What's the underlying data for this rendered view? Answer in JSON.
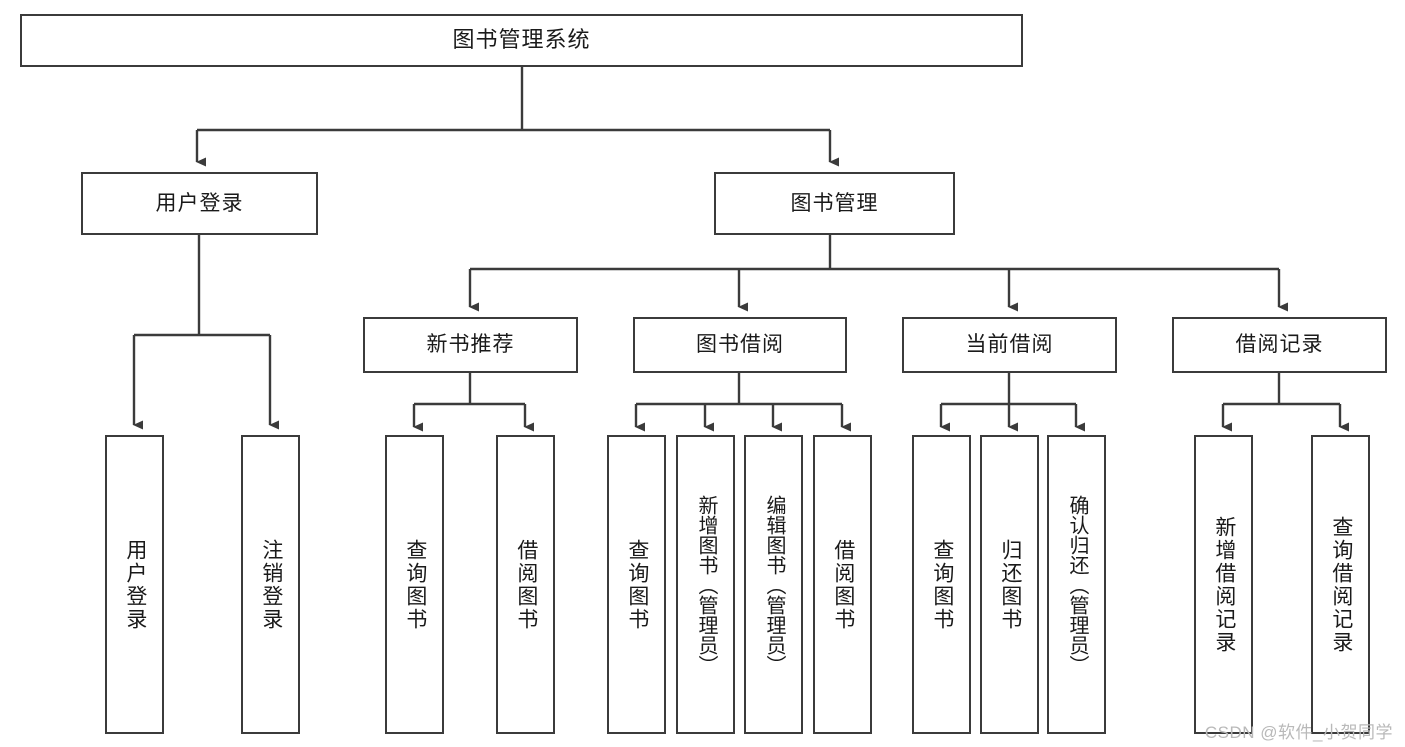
{
  "diagram": {
    "title": "图书管理系统",
    "root": {
      "label": "图书管理系统"
    },
    "level1": [
      {
        "label": "用户登录"
      },
      {
        "label": "图书管理"
      }
    ],
    "level2": [
      {
        "label": "新书推荐"
      },
      {
        "label": "图书借阅"
      },
      {
        "label": "当前借阅"
      },
      {
        "label": "借阅记录"
      }
    ],
    "leaves": {
      "user_login": [
        {
          "label": "用户登录"
        },
        {
          "label": "注销登录"
        }
      ],
      "new_book": [
        {
          "label": "查询图书"
        },
        {
          "label": "借阅图书"
        }
      ],
      "book_borrow": [
        {
          "label": "查询图书"
        },
        {
          "label": "新增图书（管理员）"
        },
        {
          "label": "编辑图书（管理员）"
        },
        {
          "label": "借阅图书"
        }
      ],
      "current_borrow": [
        {
          "label": "查询图书"
        },
        {
          "label": "归还图书"
        },
        {
          "label": "确认归还（管理员）"
        }
      ],
      "borrow_record": [
        {
          "label": "新增借阅记录"
        },
        {
          "label": "查询借阅记录"
        }
      ]
    }
  },
  "watermark": {
    "text": "CSDN @软件_小贺同学"
  },
  "colors": {
    "border": "#3b3b3b",
    "text": "#1a1a1a",
    "background": "#ffffff",
    "watermark": "#b9b9b9"
  }
}
